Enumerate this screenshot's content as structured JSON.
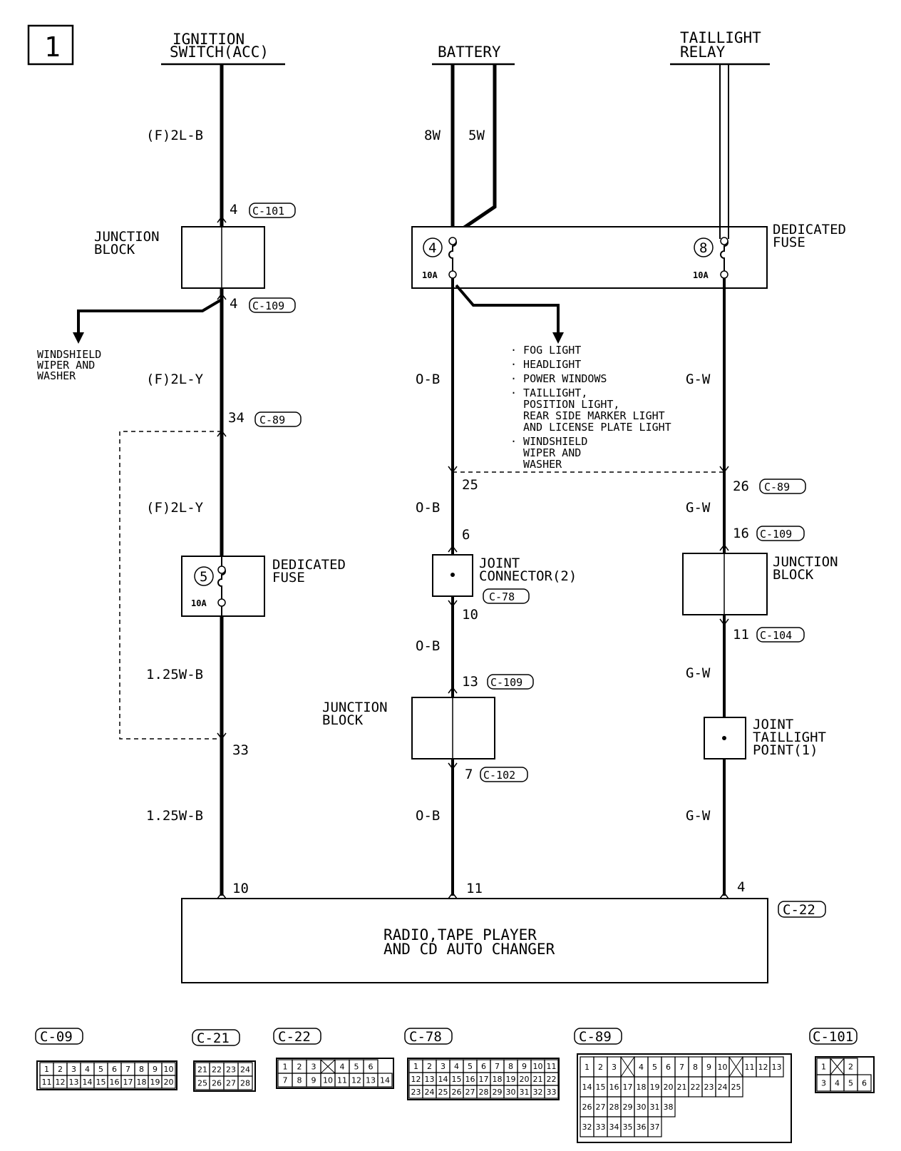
{
  "page_number": "1",
  "sources": {
    "ignition": [
      "IGNITION",
      "SWITCH(ACC)"
    ],
    "battery": "BATTERY",
    "taillight": [
      "TAILLIGHT",
      "RELAY"
    ]
  },
  "wires": {
    "ign_top": "(F)2L-B",
    "ign_mid": "(F)2L-Y",
    "ign_mid2": "(F)2L-Y",
    "ign_low": "1.25W-B",
    "ign_low2": "1.25W-B",
    "bat_8w": "8W",
    "bat_5w": "5W",
    "bat_ob1": "O-B",
    "bat_ob2": "O-B",
    "bat_ob3": "O-B",
    "bat_ob4": "O-B",
    "tail_gw1": "G-W",
    "tail_gw2": "G-W",
    "tail_gw3": "G-W",
    "tail_gw4": "G-W"
  },
  "blocks": {
    "junction_block": [
      "JUNCTION",
      "BLOCK"
    ],
    "dedicated_fuse": [
      "DEDICATED",
      "FUSE"
    ],
    "joint_connector": [
      "JOINT",
      "CONNECTOR(2)"
    ],
    "joint_taillight": [
      "JOINT",
      "TAILLIGHT",
      "POINT(1)"
    ],
    "radio": [
      "RADIO,TAPE PLAYER",
      "AND CD AUTO CHANGER"
    ]
  },
  "fuses": {
    "f4": "4",
    "f8": "8",
    "f5": "5",
    "rating": "10A"
  },
  "pins": {
    "ign_4a": "4",
    "ign_4b": "4",
    "ign_34": "34",
    "ign_33": "33",
    "ign_10": "10",
    "bat_25": "25",
    "bat_6": "6",
    "bat_10": "10",
    "bat_13": "13",
    "bat_7": "7",
    "bat_11": "11",
    "tail_26": "26",
    "tail_16": "16",
    "tail_11": "11",
    "tail_4": "4"
  },
  "connectors": {
    "c101": "C-101",
    "c109a": "C-109",
    "c89a": "C-89",
    "c89b": "C-89",
    "c109b": "C-109",
    "c78": "C-78",
    "c109c": "C-109",
    "c102": "C-102",
    "c104": "C-104",
    "c22": "C-22"
  },
  "branch_left": [
    "WINDSHIELD",
    "WIPER AND",
    "WASHER"
  ],
  "branch_right": [
    "· FOG LIGHT",
    "· HEADLIGHT",
    "· POWER WINDOWS",
    "· TAILLIGHT,",
    "POSITION LIGHT,",
    "REAR SIDE MARKER LIGHT",
    "AND LICENSE PLATE LIGHT",
    "· WINDSHIELD",
    "WIPER AND",
    "WASHER"
  ],
  "connector_views": {
    "c09": {
      "title": "C-09",
      "rows": [
        [
          "1",
          "2",
          "3",
          "4",
          "5",
          "6",
          "7",
          "8",
          "9",
          "10"
        ],
        [
          "11",
          "12",
          "13",
          "14",
          "15",
          "16",
          "17",
          "18",
          "19",
          "20"
        ]
      ]
    },
    "c21": {
      "title": "C-21",
      "rows": [
        [
          "21",
          "22",
          "23",
          "24"
        ],
        [
          "25",
          "26",
          "27",
          "28"
        ]
      ]
    },
    "c22": {
      "title": "C-22",
      "rows": [
        [
          "1",
          "2",
          "3",
          "",
          "4",
          "5",
          "6"
        ],
        [
          "7",
          "8",
          "9",
          "10",
          "11",
          "12",
          "13",
          "14"
        ]
      ]
    },
    "c78": {
      "title": "C-78",
      "rows": [
        [
          "1",
          "2",
          "3",
          "4",
          "5",
          "6",
          "7",
          "8",
          "9",
          "10",
          "11"
        ],
        [
          "12",
          "13",
          "14",
          "15",
          "16",
          "17",
          "18",
          "19",
          "20",
          "21",
          "22"
        ],
        [
          "23",
          "24",
          "25",
          "26",
          "27",
          "28",
          "29",
          "30",
          "31",
          "32",
          "33"
        ]
      ]
    },
    "c89": {
      "title": "C-89",
      "rows": [
        [
          "1",
          "2",
          "3",
          "",
          "4",
          "5",
          "6",
          "7",
          "8",
          "9",
          "10",
          "",
          "11",
          "12",
          "13"
        ],
        [
          "14",
          "15",
          "16",
          "17",
          "18",
          "19",
          "20",
          "21",
          "22",
          "23",
          "24",
          "25"
        ],
        [
          "26",
          "27",
          "28",
          "29",
          "30",
          "31",
          "38"
        ],
        [
          "32",
          "33",
          "34",
          "35",
          "36",
          "37"
        ]
      ]
    },
    "c101": {
      "title": "C-101",
      "rows": [
        [
          "1",
          "",
          "2"
        ],
        [
          "3",
          "4",
          "5",
          "6"
        ]
      ]
    }
  }
}
